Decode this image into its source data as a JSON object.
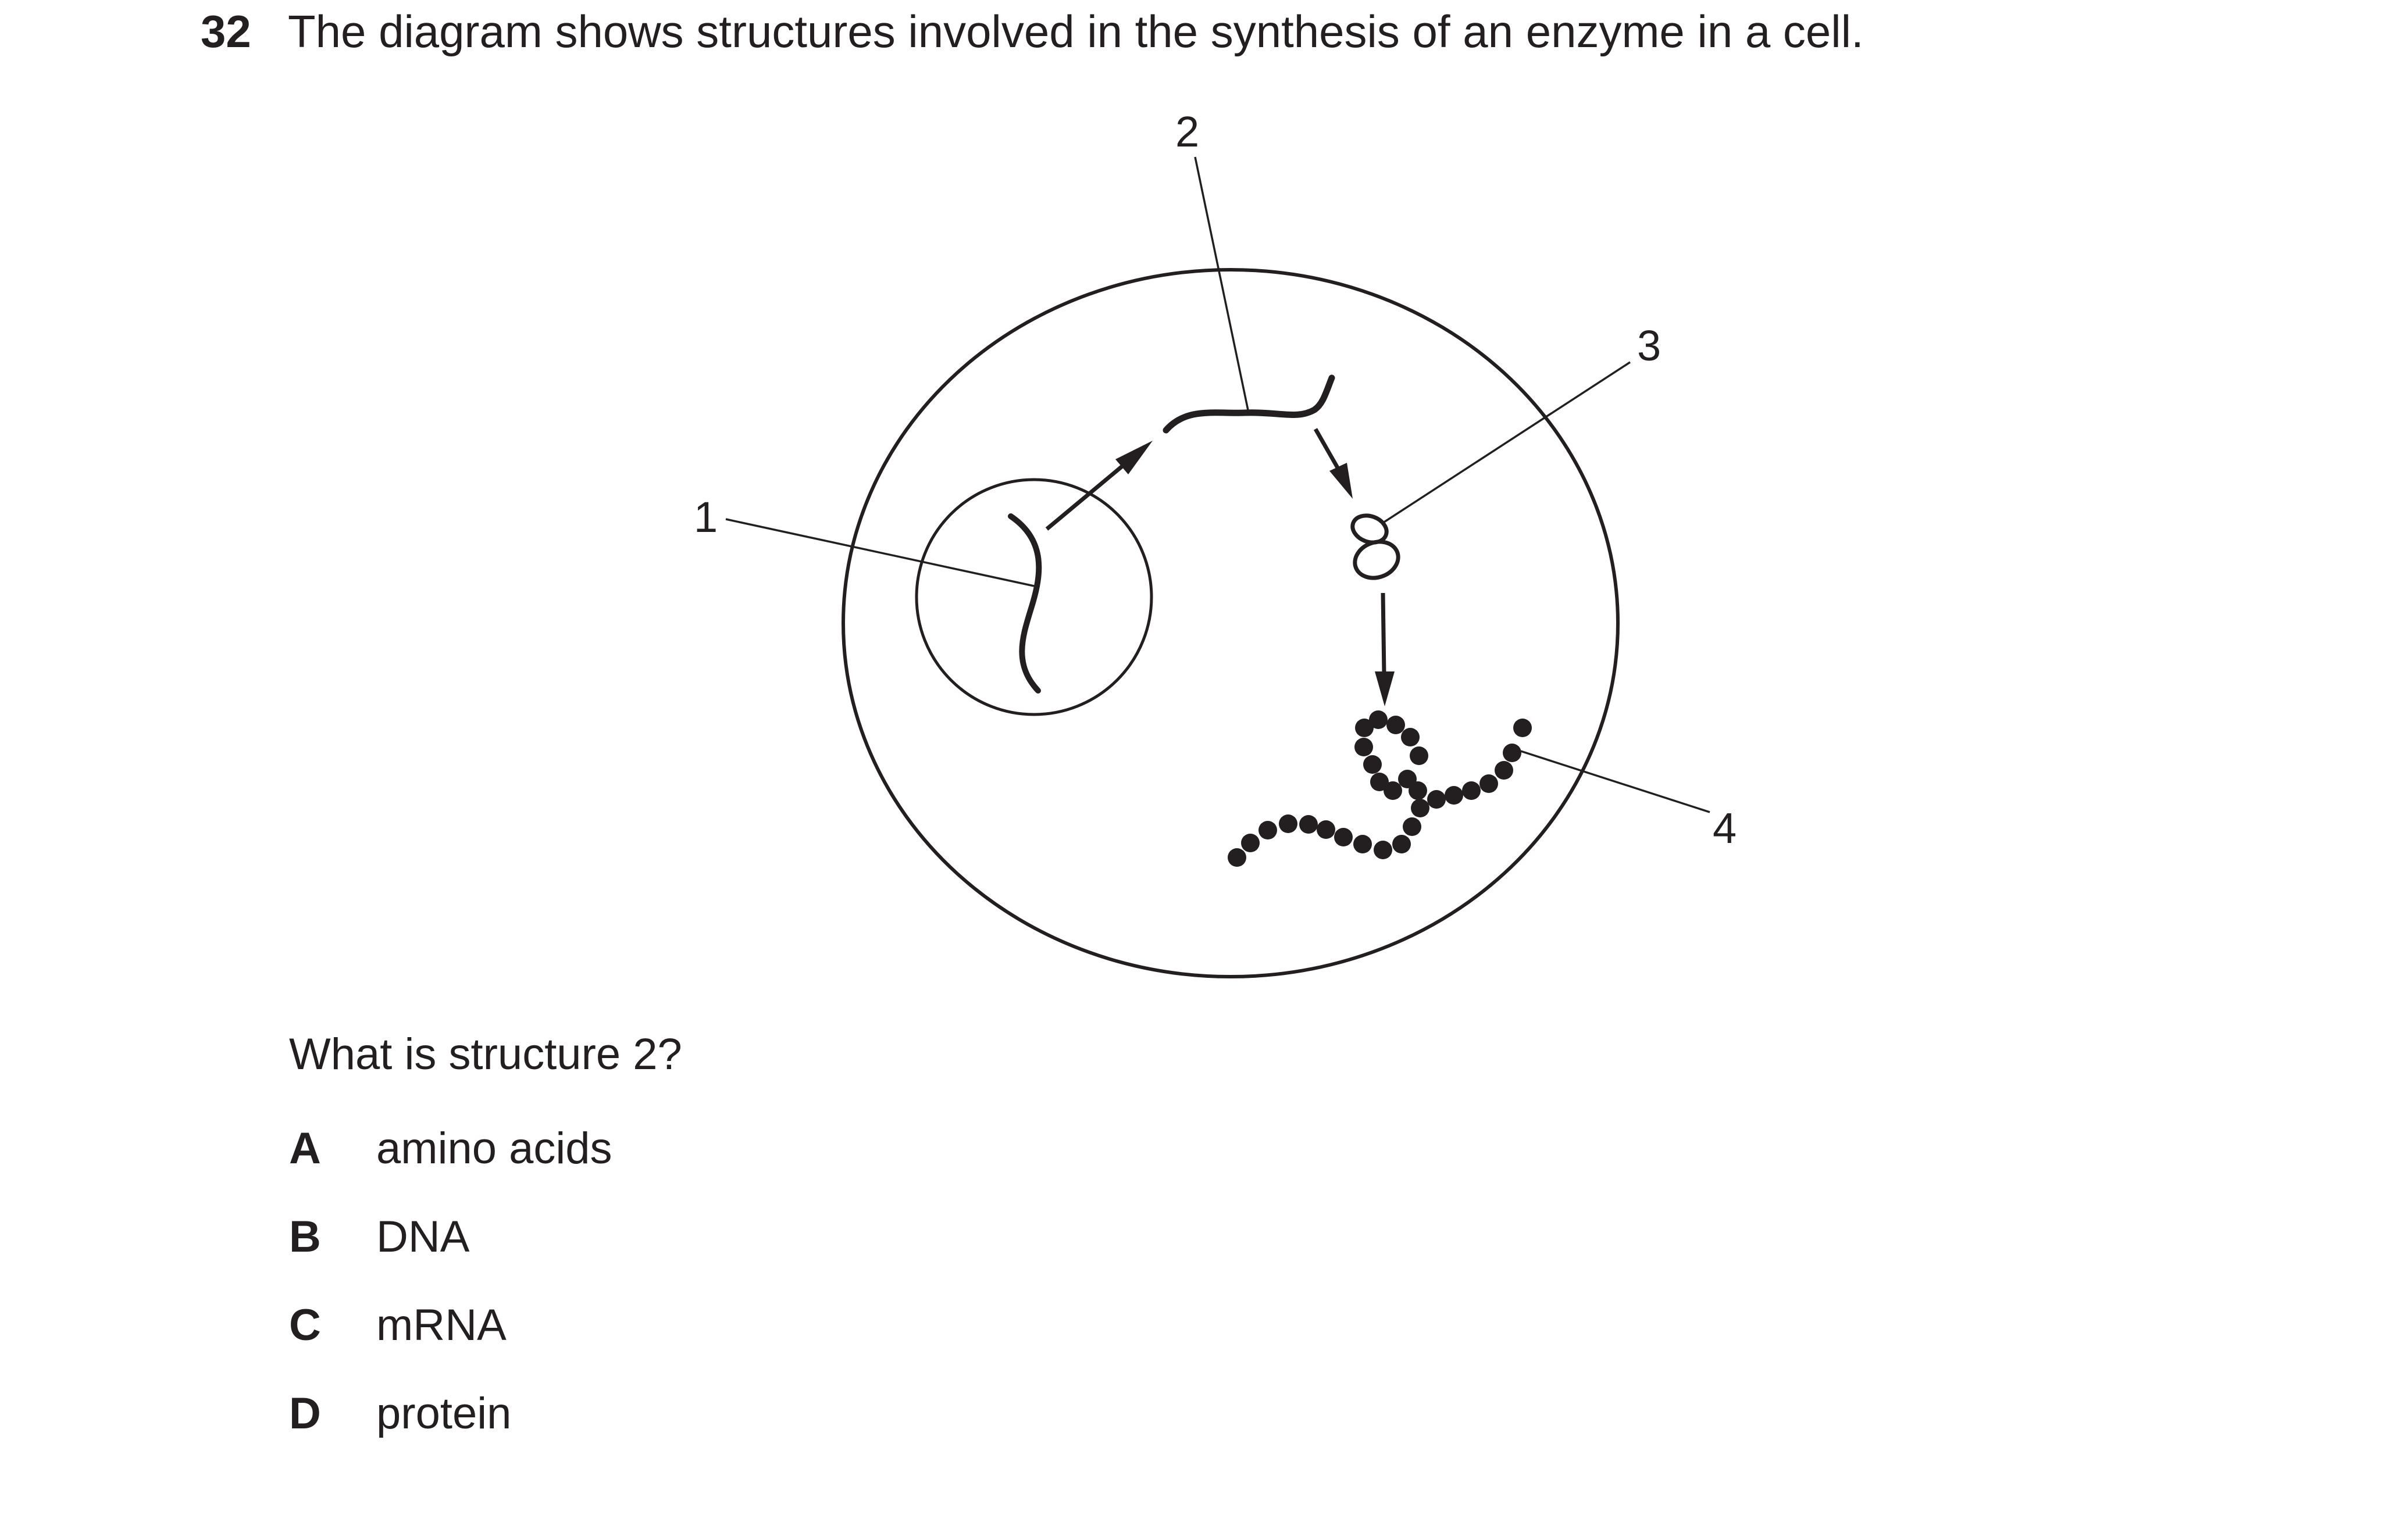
{
  "question": {
    "number": "32",
    "text": "The diagram shows structures involved in the synthesis of an enzyme in a cell."
  },
  "diagram": {
    "labels": [
      "1",
      "2",
      "3",
      "4"
    ]
  },
  "prompt": "What is structure 2?",
  "options": [
    {
      "letter": "A",
      "text": "amino acids"
    },
    {
      "letter": "B",
      "text": "DNA"
    },
    {
      "letter": "C",
      "text": "mRNA"
    },
    {
      "letter": "D",
      "text": "protein"
    }
  ]
}
